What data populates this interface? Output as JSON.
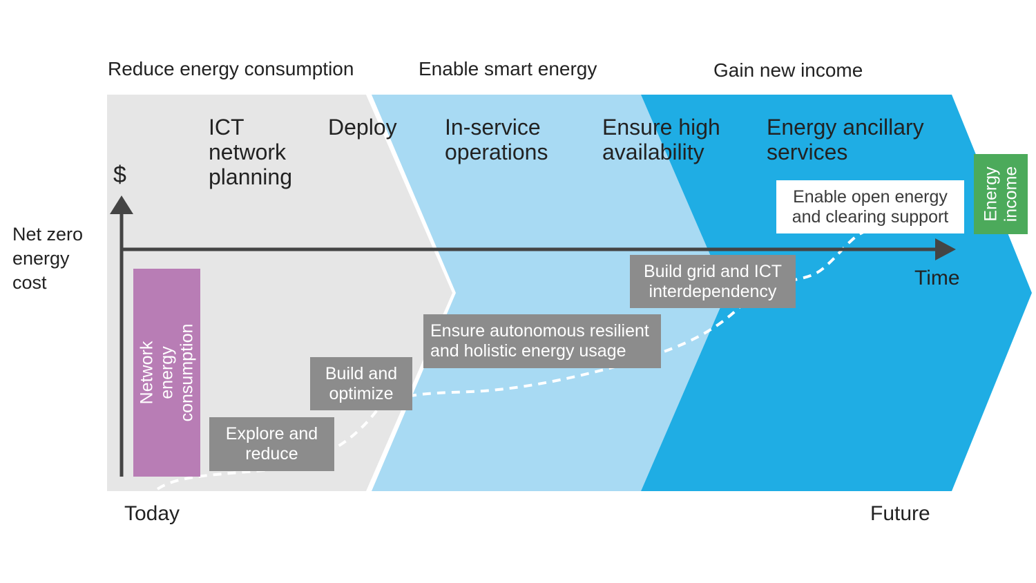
{
  "phases": {
    "reduce": "Reduce energy consumption",
    "enable": "Enable smart energy",
    "gain": "Gain new income"
  },
  "steps": {
    "ict_planning": "ICT\nnetwork\nplanning",
    "deploy": "Deploy",
    "in_service": "In-service\noperations",
    "high_availability": "Ensure high\navailability",
    "ancillary": "Energy ancillary\nservices"
  },
  "axis": {
    "y_symbol": "$",
    "x_label": "Time",
    "net_zero": "Net zero\nenergy\ncost",
    "start": "Today",
    "end": "Future"
  },
  "bars": {
    "network_energy": "Network energy\nconsumption",
    "energy_income": "Energy\nincome"
  },
  "milestones": {
    "explore": "Explore and\nreduce",
    "build_optimize": "Build and\noptimize",
    "autonomous": "Ensure autonomous resilient\nand holistic energy usage",
    "grid_ict": "Build grid and ICT\ninterdependency",
    "open_energy": "Enable open energy\nand clearing support"
  },
  "colors": {
    "phase1": "#e6e6e6",
    "phase2": "#a8daf3",
    "phase3": "#1fade4",
    "network_bar": "#b87db5",
    "income_bar": "#4caa5b",
    "milestone": "#8c8c8c",
    "axis": "#444444"
  }
}
